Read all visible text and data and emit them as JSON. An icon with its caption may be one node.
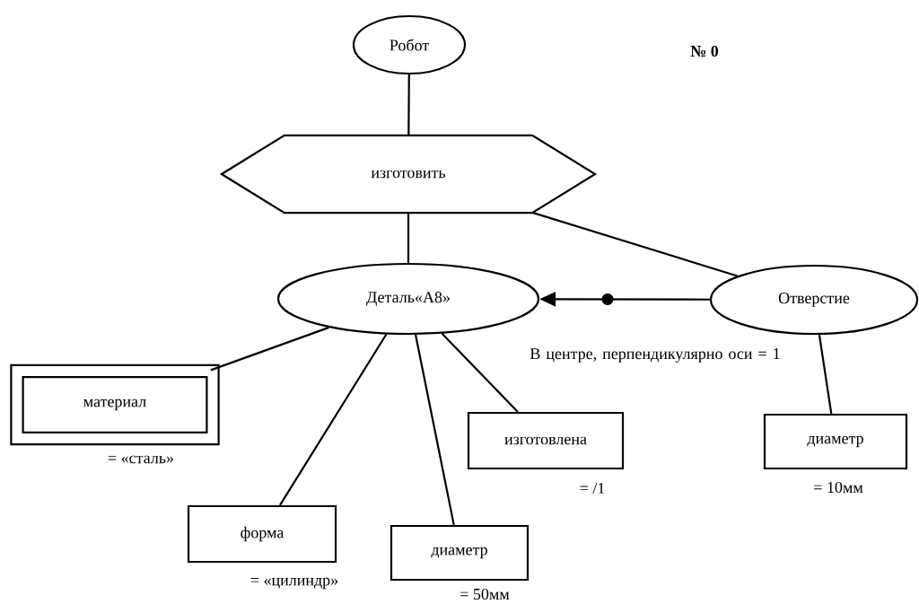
{
  "diagram": {
    "nodes": [
      {
        "text": [
          "Робот"
        ]
      },
      {
        "text": [
          "изготовить"
        ]
      },
      {
        "text": [
          "Деталь«А8»"
        ]
      },
      {
        "text": [
          "Отверстие"
        ]
      },
      {
        "text": [
          "материал"
        ],
        "beside": [
          "= «сталь»"
        ]
      },
      {
        "text": [
          "форма"
        ],
        "beside": [
          "= «цилиндр»"
        ]
      },
      {
        "text": [
          "диаметр"
        ],
        "beside": [
          "= 50мм"
        ]
      },
      {
        "text": [
          "изготовлена"
        ],
        "beside": [
          "= /1"
        ]
      },
      {
        "text": [
          "диаметр"
        ],
        "beside": [
          "= 10мм"
        ]
      }
    ],
    "edges": [
      {
        "from": 0,
        "to": 1,
        "arrow": "none"
      },
      {
        "from": 1,
        "to": 2,
        "arrow": "none"
      },
      {
        "from": 1,
        "to": 3,
        "arrow": "none"
      },
      {
        "from": 3,
        "to": 2,
        "arrow": "to",
        "label": "В центре, перпендикулярно оси = 1"
      },
      {
        "from": 2,
        "to": 4,
        "arrow": "none"
      },
      {
        "from": 2,
        "to": 5,
        "arrow": "none"
      },
      {
        "from": 2,
        "to": 6,
        "arrow": "none"
      },
      {
        "from": 2,
        "to": 7,
        "arrow": "none"
      },
      {
        "from": 3,
        "to": 8,
        "arrow": "none"
      }
    ],
    "labels": [
      "№ 0"
    ]
  }
}
